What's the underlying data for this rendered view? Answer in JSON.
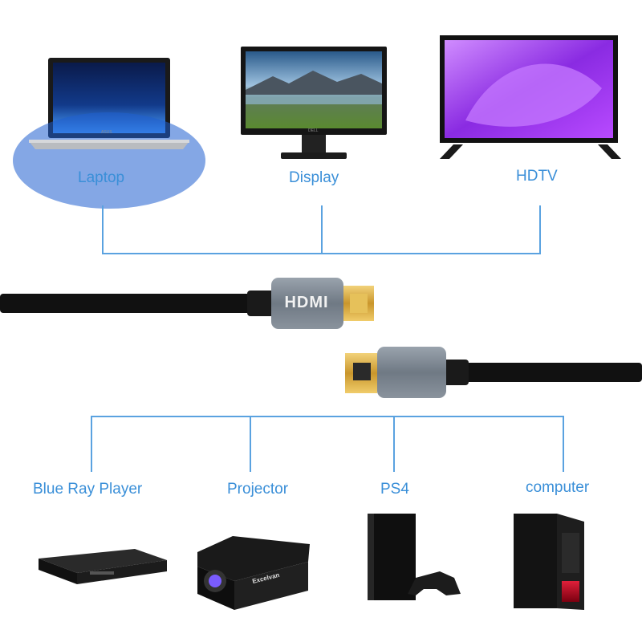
{
  "top_devices": [
    {
      "label": "Laptop"
    },
    {
      "label": "Display"
    },
    {
      "label": "HDTV"
    }
  ],
  "bottom_devices": [
    {
      "label": "Blue Ray Player"
    },
    {
      "label": "Projector"
    },
    {
      "label": "PS4"
    },
    {
      "label": "computer"
    }
  ],
  "cable": {
    "connector_text": "HDMI"
  },
  "brand_marks": {
    "laptop_logo": "ASUS",
    "monitor_logo": "DELL",
    "projector_logo": "Excelvan"
  },
  "colors": {
    "label_blue": "#3a8fd8",
    "line_blue": "#5aa2e0",
    "cable_black": "#111111",
    "connector_gray": "#7f8994",
    "gold": "#d9b24a"
  }
}
